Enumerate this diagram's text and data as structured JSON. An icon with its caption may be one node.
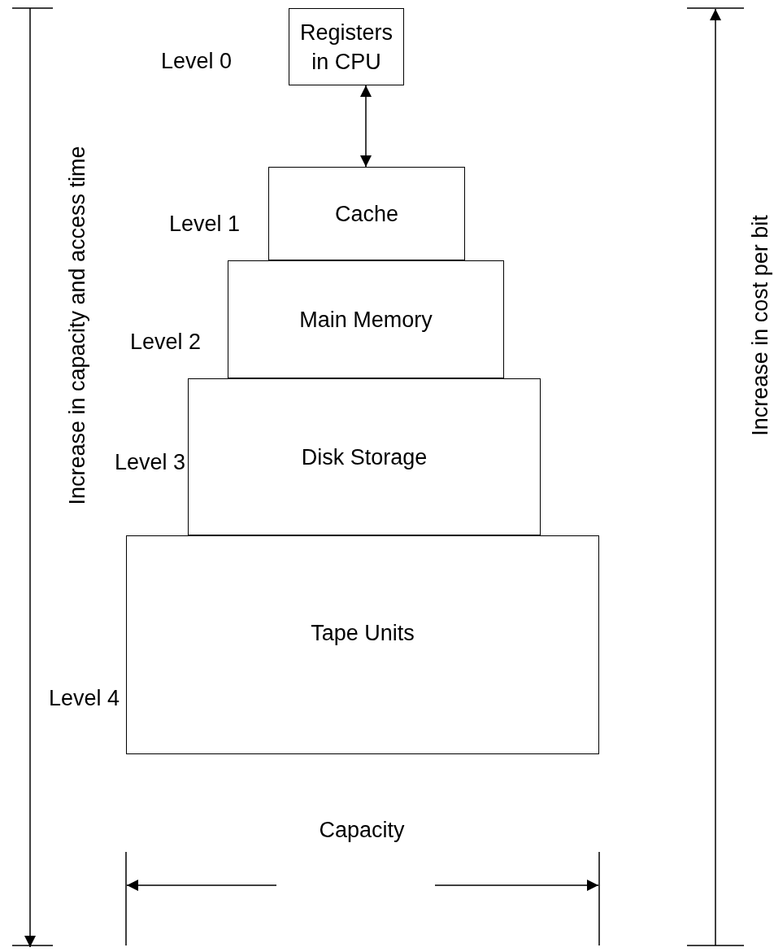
{
  "diagram": {
    "nodes": [
      {
        "text": [
          "Registers in CPU"
        ],
        "beside": [
          "Level 0"
        ]
      },
      {
        "text": [
          "Cache"
        ],
        "beside": [
          "Level 1"
        ]
      },
      {
        "text": [
          "Main Memory"
        ],
        "beside": [
          "Level 2"
        ]
      },
      {
        "text": [
          "Disk Storage"
        ],
        "beside": [
          "Level 3"
        ]
      },
      {
        "text": [
          "Tape Units"
        ],
        "beside": [
          "Level 4"
        ]
      }
    ],
    "edges": [
      {
        "from": 0,
        "to": 1,
        "arrow": "both"
      }
    ],
    "labels": [
      "Increase in capacity and access time",
      "Increase in cost per bit",
      "Capacity"
    ]
  }
}
